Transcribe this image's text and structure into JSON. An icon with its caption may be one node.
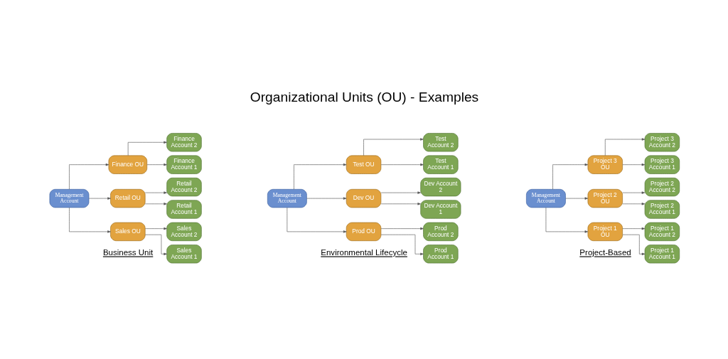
{
  "diagram": {
    "title": "Organizational Units (OU) - Examples",
    "nodes": [
      {
        "text": [
          "Management Account"
        ]
      },
      {
        "text": [
          "Sales OU"
        ]
      },
      {
        "text": [
          "Sales Account 1"
        ]
      },
      {
        "text": [
          "Sales Account 2"
        ]
      },
      {
        "text": [
          "Retail OU"
        ]
      },
      {
        "text": [
          "Retail Account 1"
        ]
      },
      {
        "text": [
          "Retail Account 2"
        ]
      },
      {
        "text": [
          "Finance OU"
        ]
      },
      {
        "text": [
          "Finance Account 1"
        ]
      },
      {
        "text": [
          "Finance Account 2"
        ]
      },
      {
        "text": [
          "Management Account"
        ]
      },
      {
        "text": [
          "Prod OU"
        ]
      },
      {
        "text": [
          "Prod Account 1"
        ]
      },
      {
        "text": [
          "Prod Account 2"
        ]
      },
      {
        "text": [
          "Dev OU"
        ]
      },
      {
        "text": [
          "Dev Account 1"
        ]
      },
      {
        "text": [
          "Dev Account 2"
        ]
      },
      {
        "text": [
          "Test OU"
        ]
      },
      {
        "text": [
          "Test Account 1"
        ]
      },
      {
        "text": [
          "Test Account 2"
        ]
      },
      {
        "text": [
          "Management Account"
        ]
      },
      {
        "text": [
          "Project 1 OU"
        ]
      },
      {
        "text": [
          "Project 1 Account 1"
        ]
      },
      {
        "text": [
          "Project 1 Account 2"
        ]
      },
      {
        "text": [
          "Project 2 OU"
        ]
      },
      {
        "text": [
          "Project 2 Account 1"
        ]
      },
      {
        "text": [
          "Project 2 Account 2"
        ]
      },
      {
        "text": [
          "Project 3 OU"
        ]
      },
      {
        "text": [
          "Project 3 Account 1"
        ]
      },
      {
        "text": [
          "Project 3 Account 2"
        ]
      }
    ],
    "edges": [
      {
        "from": 0,
        "to": 1,
        "arrow": "to"
      },
      {
        "from": 0,
        "to": 4,
        "arrow": "to"
      },
      {
        "from": 0,
        "to": 7,
        "arrow": "to"
      },
      {
        "from": 1,
        "to": 2,
        "arrow": "to"
      },
      {
        "from": 1,
        "to": 3,
        "arrow": "to"
      },
      {
        "from": 4,
        "to": 5,
        "arrow": "to"
      },
      {
        "from": 4,
        "to": 6,
        "arrow": "to"
      },
      {
        "from": 7,
        "to": 8,
        "arrow": "to"
      },
      {
        "from": 7,
        "to": 9,
        "arrow": "to"
      },
      {
        "from": 10,
        "to": 11,
        "arrow": "to"
      },
      {
        "from": 10,
        "to": 14,
        "arrow": "to"
      },
      {
        "from": 10,
        "to": 17,
        "arrow": "to"
      },
      {
        "from": 11,
        "to": 12,
        "arrow": "to"
      },
      {
        "from": 11,
        "to": 13,
        "arrow": "to"
      },
      {
        "from": 14,
        "to": 15,
        "arrow": "to"
      },
      {
        "from": 14,
        "to": 16,
        "arrow": "to"
      },
      {
        "from": 17,
        "to": 18,
        "arrow": "to"
      },
      {
        "from": 17,
        "to": 19,
        "arrow": "to"
      },
      {
        "from": 20,
        "to": 21,
        "arrow": "to"
      },
      {
        "from": 20,
        "to": 24,
        "arrow": "to"
      },
      {
        "from": 20,
        "to": 27,
        "arrow": "to"
      },
      {
        "from": 21,
        "to": 22,
        "arrow": "to"
      },
      {
        "from": 21,
        "to": 23,
        "arrow": "to"
      },
      {
        "from": 24,
        "to": 25,
        "arrow": "to"
      },
      {
        "from": 24,
        "to": 26,
        "arrow": "to"
      },
      {
        "from": 27,
        "to": 28,
        "arrow": "to"
      },
      {
        "from": 27,
        "to": 29,
        "arrow": "to"
      }
    ],
    "labels": [
      "Business Unit",
      "Environmental Lifecycle",
      "Project-Based"
    ]
  }
}
